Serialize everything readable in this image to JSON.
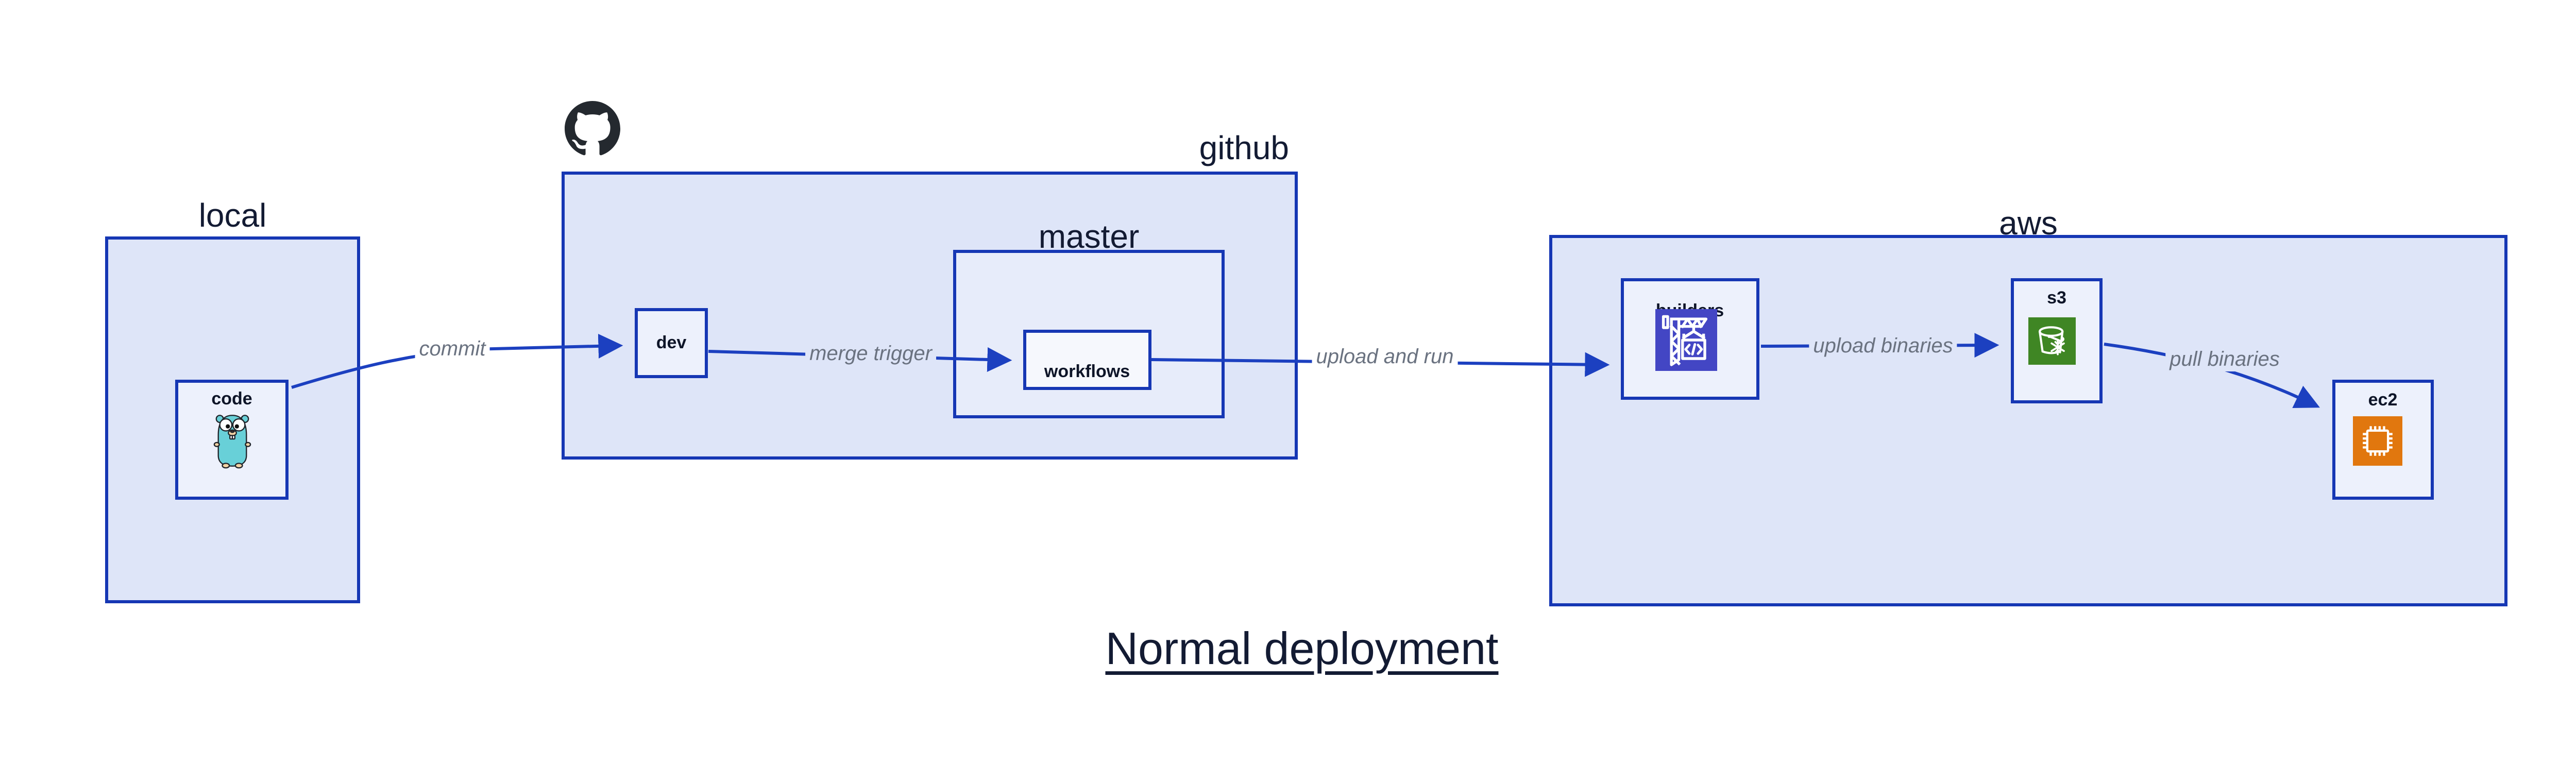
{
  "diagram": {
    "title": "Normal deployment",
    "containers": [
      {
        "id": "local",
        "label": "local"
      },
      {
        "id": "github",
        "label": "github",
        "logo_icon": "github-octocat-icon"
      },
      {
        "id": "master",
        "label": "master",
        "parent": "github"
      },
      {
        "id": "aws",
        "label": "aws"
      }
    ],
    "nodes": [
      {
        "id": "code",
        "label": "code",
        "container": "local",
        "icon": "go-gopher-icon"
      },
      {
        "id": "dev",
        "label": "dev",
        "container": "github"
      },
      {
        "id": "workflows",
        "label": "workflows",
        "container": "master"
      },
      {
        "id": "builders",
        "label": "builders",
        "container": "aws",
        "icon": "codebuild-crane-icon"
      },
      {
        "id": "s3",
        "label": "s3",
        "container": "aws",
        "icon": "s3-glacier-bucket-icon"
      },
      {
        "id": "ec2",
        "label": "ec2",
        "container": "aws",
        "icon": "ec2-chip-icon"
      }
    ],
    "edges": [
      {
        "from": "code",
        "to": "dev",
        "label": "commit"
      },
      {
        "from": "dev",
        "to": "workflows",
        "label": "merge trigger"
      },
      {
        "from": "workflows",
        "to": "builders",
        "label": "upload and run"
      },
      {
        "from": "builders",
        "to": "s3",
        "label": "upload binaries"
      },
      {
        "from": "s3",
        "to": "ec2",
        "label": "pull binaries"
      }
    ],
    "colors": {
      "accent_blue": "#1637b4",
      "arrow_blue": "#1c40c0",
      "container_fill": "#dee5f8",
      "node_fill": "#edf1fc",
      "inner_node_fill": "#f6f8fd",
      "text_navy": "#131b33",
      "edge_label_gray": "#6a7280",
      "codebuild_indigo": "#4346c4",
      "glacier_green": "#3f8624",
      "ec2_orange": "#e1770e",
      "github_black": "#24292f",
      "gopher_teal": "#68d0d8"
    }
  }
}
